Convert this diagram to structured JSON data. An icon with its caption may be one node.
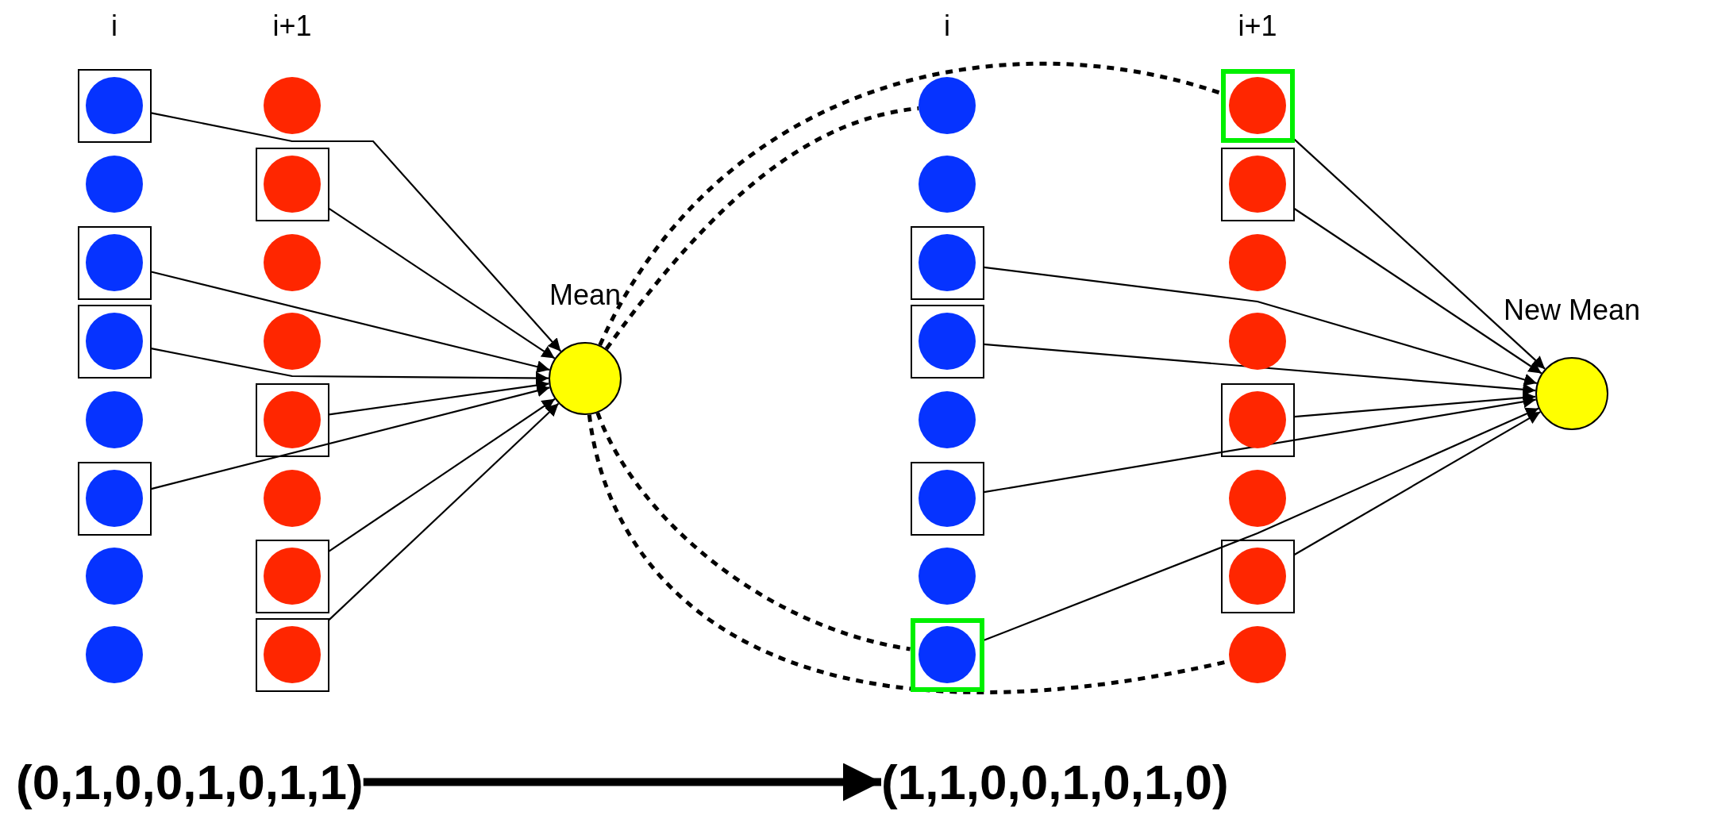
{
  "diagram": {
    "nodes": [
      {
        "text": [],
        "shape": "box"
      },
      {
        "text": [],
        "shape": "circle",
        "in": 0
      },
      {
        "text": [],
        "shape": "circle"
      },
      {
        "text": [],
        "shape": "box"
      },
      {
        "text": [],
        "shape": "circle",
        "in": 3
      },
      {
        "text": [],
        "shape": "box"
      },
      {
        "text": [],
        "shape": "circle",
        "in": 5
      },
      {
        "text": [],
        "shape": "circle"
      },
      {
        "text": [],
        "shape": "box"
      },
      {
        "text": [],
        "shape": "circle",
        "in": 8
      },
      {
        "text": [],
        "shape": "circle"
      },
      {
        "text": [],
        "shape": "circle"
      },
      {
        "text": [],
        "shape": "circle"
      },
      {
        "text": [],
        "shape": "box"
      },
      {
        "text": [],
        "shape": "circle",
        "in": 13
      },
      {
        "text": [],
        "shape": "circle"
      },
      {
        "text": [],
        "shape": "circle"
      },
      {
        "text": [],
        "shape": "box"
      },
      {
        "text": [],
        "shape": "circle",
        "in": 17
      },
      {
        "text": [],
        "shape": "circle"
      },
      {
        "text": [],
        "shape": "box"
      },
      {
        "text": [],
        "shape": "circle",
        "in": 20
      },
      {
        "text": [],
        "shape": "box"
      },
      {
        "text": [],
        "shape": "circle",
        "in": 22
      },
      {
        "text": [
          "Mean"
        ]
      },
      {
        "text": [],
        "shape": "circle"
      },
      {
        "text": [],
        "shape": "circle"
      },
      {
        "text": [],
        "shape": "box"
      },
      {
        "text": [],
        "shape": "circle",
        "in": 27
      },
      {
        "text": [],
        "shape": "box"
      },
      {
        "text": [],
        "shape": "circle",
        "in": 29
      },
      {
        "text": [],
        "shape": "circle"
      },
      {
        "text": [],
        "shape": "box"
      },
      {
        "text": [],
        "shape": "circle",
        "in": 32
      },
      {
        "text": [],
        "shape": "circle"
      },
      {
        "text": [],
        "shape": "box"
      },
      {
        "text": [],
        "shape": "circle",
        "in": 35
      },
      {
        "text": [],
        "shape": "box"
      },
      {
        "text": [],
        "shape": "circle",
        "in": 37
      },
      {
        "text": [],
        "shape": "box"
      },
      {
        "text": [],
        "shape": "circle",
        "in": 39
      },
      {
        "text": [],
        "shape": "circle"
      },
      {
        "text": [],
        "shape": "circle"
      },
      {
        "text": [],
        "shape": "box"
      },
      {
        "text": [],
        "shape": "circle",
        "in": 43
      },
      {
        "text": [],
        "shape": "circle"
      },
      {
        "text": [],
        "shape": "box"
      },
      {
        "text": [],
        "shape": "circle",
        "in": 46
      },
      {
        "text": [],
        "shape": "circle"
      },
      {
        "text": [
          "New Mean"
        ]
      },
      {
        "text": [
          "(0,1,0,0,1,0,1,1)"
        ]
      },
      {
        "text": [
          "(1,1,0,0,1,0,1,0)"
        ]
      }
    ],
    "edges": [
      {
        "from": 0,
        "to": 24,
        "arrow": "to"
      },
      {
        "from": 13,
        "to": 24,
        "arrow": "to"
      },
      {
        "from": 3,
        "to": 24,
        "arrow": "to"
      },
      {
        "from": 5,
        "to": 24,
        "arrow": "to"
      },
      {
        "from": 17,
        "to": 24,
        "arrow": "to"
      },
      {
        "from": 8,
        "to": 24,
        "arrow": "to"
      },
      {
        "from": 20,
        "to": 24,
        "arrow": "to"
      },
      {
        "from": 22,
        "to": 24,
        "arrow": "to"
      },
      {
        "from": 24,
        "to": 37,
        "arrow": "none",
        "style": "dashed"
      },
      {
        "from": 24,
        "to": 25,
        "arrow": "none",
        "style": "dashed"
      },
      {
        "from": 24,
        "to": 35,
        "arrow": "none",
        "style": "dashed"
      },
      {
        "from": 24,
        "to": 48,
        "arrow": "none",
        "style": "dashed"
      },
      {
        "from": 37,
        "to": 49,
        "arrow": "to"
      },
      {
        "from": 39,
        "to": 49,
        "arrow": "to"
      },
      {
        "from": 27,
        "to": 49,
        "arrow": "to"
      },
      {
        "from": 29,
        "to": 49,
        "arrow": "to"
      },
      {
        "from": 43,
        "to": 49,
        "arrow": "to"
      },
      {
        "from": 32,
        "to": 49,
        "arrow": "to"
      },
      {
        "from": 46,
        "to": 49,
        "arrow": "to"
      },
      {
        "from": 35,
        "to": 49,
        "arrow": "to"
      },
      {
        "from": 50,
        "to": 51,
        "arrow": "to",
        "style": "thick"
      }
    ],
    "labels": [
      "i",
      "i+1",
      "i",
      "i+1"
    ]
  }
}
